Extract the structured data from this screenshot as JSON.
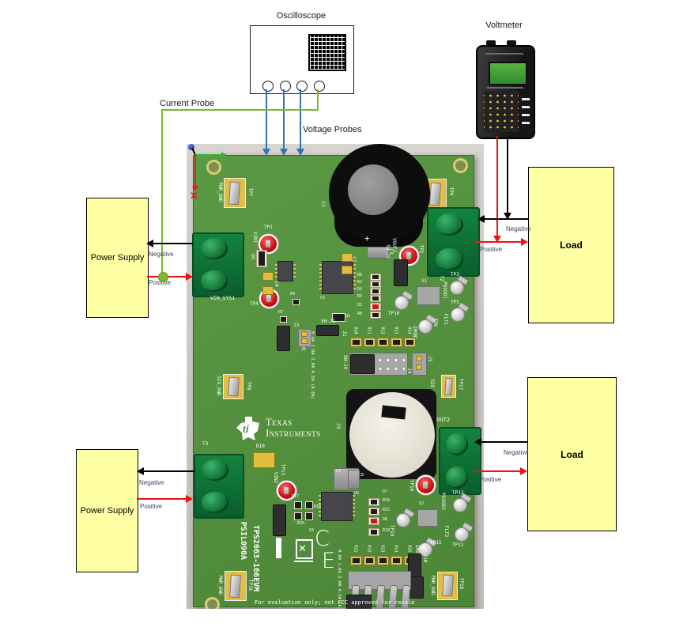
{
  "instruments": {
    "oscilloscope_label": "Oscilloscope",
    "voltmeter_label": "Voltmeter",
    "current_probe_label": "Current Probe",
    "voltage_probes_label": "Voltage Probes"
  },
  "blocks": {
    "power_supply_top": "Power Supply",
    "power_supply_bottom": "Power Supply",
    "load_top": "Load",
    "load_bottom": "Load"
  },
  "wiring": {
    "ps_top": {
      "negative": "Negative",
      "positive": "Positive"
    },
    "load_top": {
      "negative": "Negative",
      "positive": "Positive"
    },
    "ps_bottom": {
      "negative": "Negative",
      "positive": "Positive"
    },
    "load_bottom": {
      "negative": "Negative",
      "positive": "Positive"
    }
  },
  "board": {
    "part_number": "TPS2663-166EVM",
    "board_id": "PSIL090A",
    "brand": {
      "emblem": "ti",
      "line1": "Texas",
      "line2": "Instruments"
    },
    "footer_note": "For evaluation only; not FCC approved for resale",
    "current_settings": "0.6A 1.0A 2.0A 4.5A (6.0A)",
    "ce": {
      "c": "C",
      "e": "E"
    },
    "connectors": {
      "vin_sys1": "VIN_SYS1",
      "t2": "T2",
      "t3": "T3",
      "vout2": "VOUT2"
    },
    "grounds": {
      "pwr_gnd": "PWR_GND",
      "sig_gnd": "SIG_GND"
    },
    "test_points": {
      "tp1": "TP1",
      "tp2": "TP2",
      "tp3": "TP3",
      "tp4": "TP4",
      "tp5": "TP5",
      "tp6": "TP6",
      "tp7": "TP7",
      "tp8": "TP8",
      "tp9": "TP9",
      "tp10": "TP10",
      "tp11": "TP11",
      "tp12": "TP12",
      "tp13": "TP13",
      "tp14": "TP14",
      "tp15": "TP15",
      "tp16": "TP16",
      "tp17": "TP17",
      "tp18": "TP18",
      "tp19": "TP19"
    },
    "signals": {
      "vin1": "VIN1",
      "vout1": "VOUT1",
      "vin2": "VIN2",
      "pgood1": "PGOOD1",
      "flt1": "FLT1",
      "imon1": "IMON1",
      "pgood2": "PGOOD2",
      "flt2": "FLT2",
      "imon2": "IMON2"
    },
    "jumpers": {
      "sh_j1": "SH-J1",
      "sh_j2": "SH-J2",
      "sh_j4": "SH-J4",
      "j1": "J1",
      "j3": "J3",
      "j4": "J4",
      "j5": "J5",
      "j6": "J6",
      "j9": "J9",
      "j10": "J10"
    },
    "components": {
      "c1": "C1",
      "c2": "C2",
      "c3": "C3",
      "c4": "C4",
      "c5": "C5",
      "c6": "C6",
      "c7": "C7",
      "c8": "C8",
      "c9": "C9",
      "d1": "D1",
      "d2": "D2",
      "d5": "D5",
      "d6": "D6",
      "d7": "D7",
      "d10": "D10",
      "q2": "Q2",
      "r2": "R2",
      "r3": "R3",
      "r4": "R4",
      "r6": "R6",
      "r7": "R7",
      "r8": "R8",
      "r10": "R10",
      "r11": "R11",
      "r12": "R12",
      "r13": "R13",
      "r14": "R14",
      "r15": "R15",
      "r16": "R16",
      "r17": "R17",
      "r18": "R18",
      "r19": "R19",
      "r20": "R20",
      "r21": "R21",
      "r22": "R22",
      "r23": "R23",
      "r24": "R24",
      "r25": "R25",
      "s1": "S1",
      "s2": "S2",
      "u2": "U2",
      "plus": "+"
    }
  },
  "colors": {
    "probe_blue": "#2e74b5",
    "probe_green": "#7cb82f",
    "wire_red": "#ee1111",
    "wire_black": "#000000",
    "box_fill": "#ffffa3",
    "pcb_green": "#54903e",
    "terminal_green": "#12843e",
    "silkscreen": "#ffffff"
  }
}
